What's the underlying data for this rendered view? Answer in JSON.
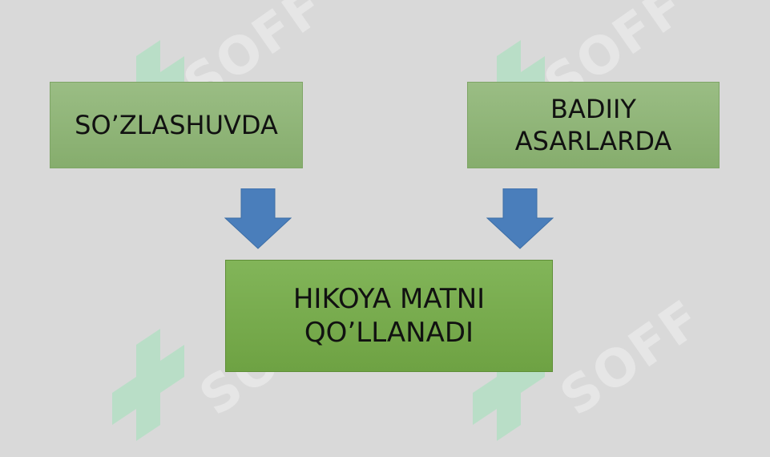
{
  "diagram": {
    "box_left_label": "SO’ZLASHUVDA",
    "box_right_label": "BADIIY ASARLARDA",
    "box_bottom_label": "HIKOYA MATNI QO’LLANADI"
  },
  "watermark": {
    "text": "SOFF",
    "icon": "soff-logo-icon"
  },
  "colors": {
    "background": "#d9d9d9",
    "box_top": "#8fb579",
    "box_bottom": "#76a84b",
    "arrow": "#4a7ebb"
  }
}
